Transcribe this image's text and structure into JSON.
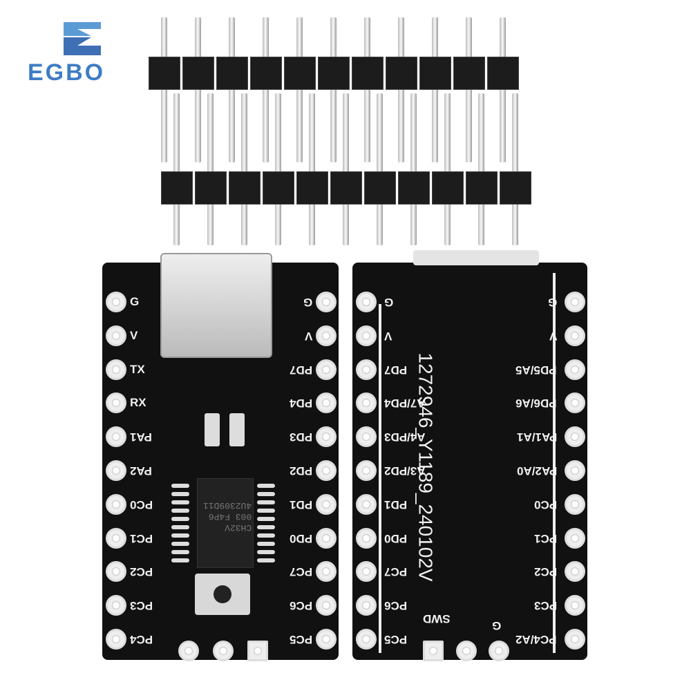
{
  "logo": {
    "text": "EGBO",
    "color": "#3f7cc4"
  },
  "header_strips": {
    "count": 2,
    "pins_per_strip": 11
  },
  "left_board": {
    "left_labels": [
      "G",
      "V",
      "TX",
      "RX",
      "PA1",
      "PA2",
      "PC0",
      "PC1",
      "PC2",
      "PC3",
      "PC4"
    ],
    "right_labels": [
      "G",
      "V",
      "PD7",
      "PD4",
      "PD3",
      "PD2",
      "PD1",
      "PD0",
      "PC7",
      "PC6",
      "PC5"
    ],
    "chip_lines": [
      "CH32V",
      "003 F4P6",
      "4U2309D11"
    ]
  },
  "right_board": {
    "left_labels": [
      "G",
      "V",
      "PD7",
      "A7/PD4",
      "A4/PD3",
      "A3/PD2",
      "PD1",
      "PD0",
      "PC7",
      "PC6",
      "PC5"
    ],
    "right_labels": [
      "G",
      "V",
      "PD5/A5",
      "PD6/A6",
      "PA1/A1",
      "PA2/A0",
      "PC0",
      "PC1",
      "PC2",
      "PC3",
      "PC4/A2"
    ],
    "serial": "1272946_Y1189_240102V",
    "swd_label": "SWD",
    "g_label": "G"
  }
}
